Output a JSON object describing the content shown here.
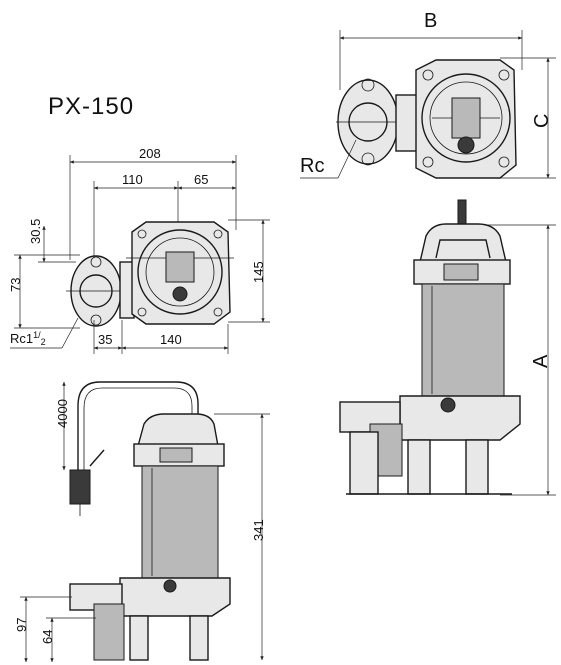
{
  "model": "PX-150",
  "labels": {
    "A": "A",
    "B": "B",
    "C": "C",
    "Rc": "Rc",
    "rc_small_base": "Rc1",
    "rc_small_num": "1",
    "rc_small_den": "2"
  },
  "dimensions": {
    "d208": "208",
    "d110": "110",
    "d65": "65",
    "d30_5": "30.5",
    "d73": "73",
    "d145": "145",
    "d35": "35",
    "d140": "140",
    "d4000": "4000",
    "d341": "341",
    "d97": "97",
    "d64": "64"
  }
}
